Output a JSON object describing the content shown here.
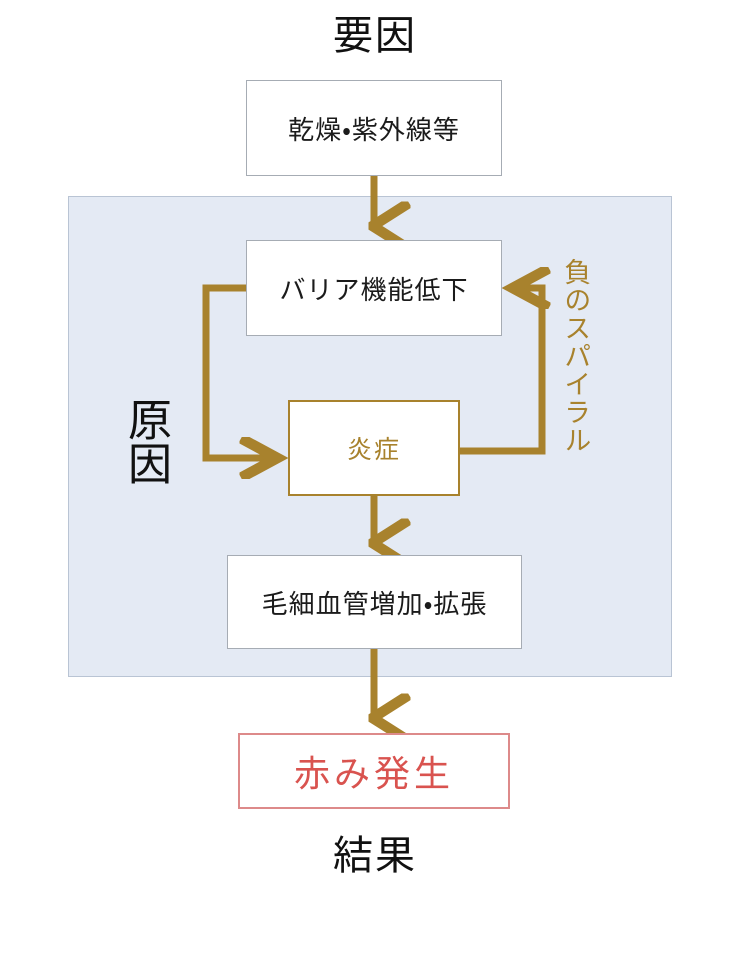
{
  "diagram": {
    "top_heading": "要因",
    "bottom_heading": "結果",
    "panel_label": "原因",
    "loop_label": "負のスパイラル",
    "colors": {
      "panel_fill": "#e4eaf4",
      "panel_border": "#b9c4d4",
      "arrow_gold": "#a8822d",
      "box_border_grey": "#a6acb4",
      "inflammation_border": "#a8822d",
      "inflammation_text": "#a8822d",
      "result_border": "#dd8a8a",
      "result_text": "#d9534f",
      "text_black": "#111111"
    },
    "nodes": [
      {
        "id": "trigger",
        "label": "乾燥・紫外線等",
        "style": "grey"
      },
      {
        "id": "barrier",
        "label": "バリア機能低下",
        "style": "grey"
      },
      {
        "id": "inflammation",
        "label": "炎症",
        "style": "gold"
      },
      {
        "id": "capillary",
        "label": "毛細血管増加・拡張",
        "style": "grey"
      },
      {
        "id": "result",
        "label": "赤み発生",
        "style": "red"
      }
    ],
    "edges": [
      {
        "from": "trigger",
        "to": "barrier",
        "kind": "straight-down"
      },
      {
        "from": "barrier",
        "to": "inflammation",
        "kind": "elbow-left"
      },
      {
        "from": "inflammation",
        "to": "barrier",
        "kind": "elbow-right"
      },
      {
        "from": "inflammation",
        "to": "capillary",
        "kind": "straight-down"
      },
      {
        "from": "capillary",
        "to": "result",
        "kind": "straight-down"
      }
    ]
  }
}
